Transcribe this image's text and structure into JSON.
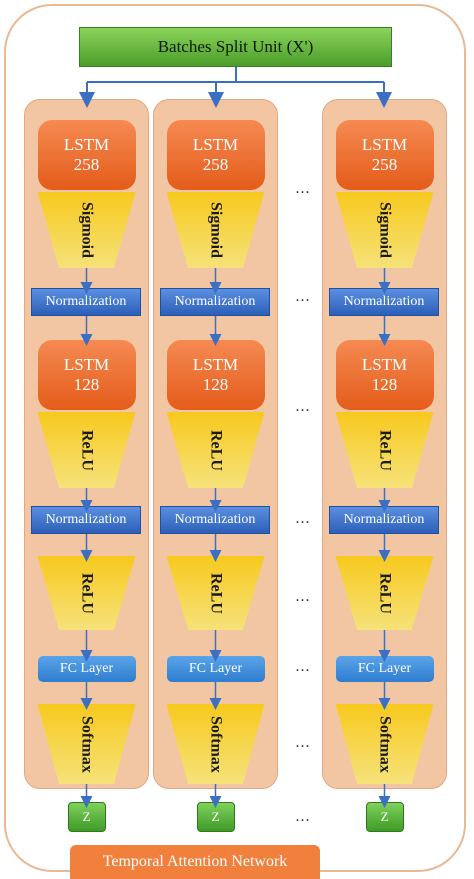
{
  "top_box": "Batches Split Unit (X')",
  "bottom_box": "Temporal Attention Network",
  "ellipsis": "...",
  "columns": [
    {
      "lstm1_label": "LSTM",
      "lstm1_units": "258",
      "act1": "Sigmoid",
      "norm1": "Normalization",
      "lstm2_label": "LSTM",
      "lstm2_units": "128",
      "act2": "ReLU",
      "norm2": "Normalization",
      "act3": "ReLU",
      "fc": "FC Layer",
      "act4": "Softmax",
      "output": "Z"
    },
    {
      "lstm1_label": "LSTM",
      "lstm1_units": "258",
      "act1": "Sigmoid",
      "norm1": "Normalization",
      "lstm2_label": "LSTM",
      "lstm2_units": "128",
      "act2": "ReLU",
      "norm2": "Normalization",
      "act3": "ReLU",
      "fc": "FC Layer",
      "act4": "Softmax",
      "output": "Z"
    },
    {
      "lstm1_label": "LSTM",
      "lstm1_units": "258",
      "act1": "Sigmoid",
      "norm1": "Normalization",
      "lstm2_label": "LSTM",
      "lstm2_units": "128",
      "act2": "ReLU",
      "norm2": "Normalization",
      "act3": "ReLU",
      "fc": "FC Layer",
      "act4": "Softmax",
      "output": "Z"
    }
  ],
  "colors": {
    "lstm": "#e8671f",
    "activation": "#f6cf2a",
    "normalization": "#3366c0",
    "fc": "#3a85d6",
    "output": "#4caa30",
    "column": "#f2c6a2",
    "bottom": "#f0803c"
  }
}
